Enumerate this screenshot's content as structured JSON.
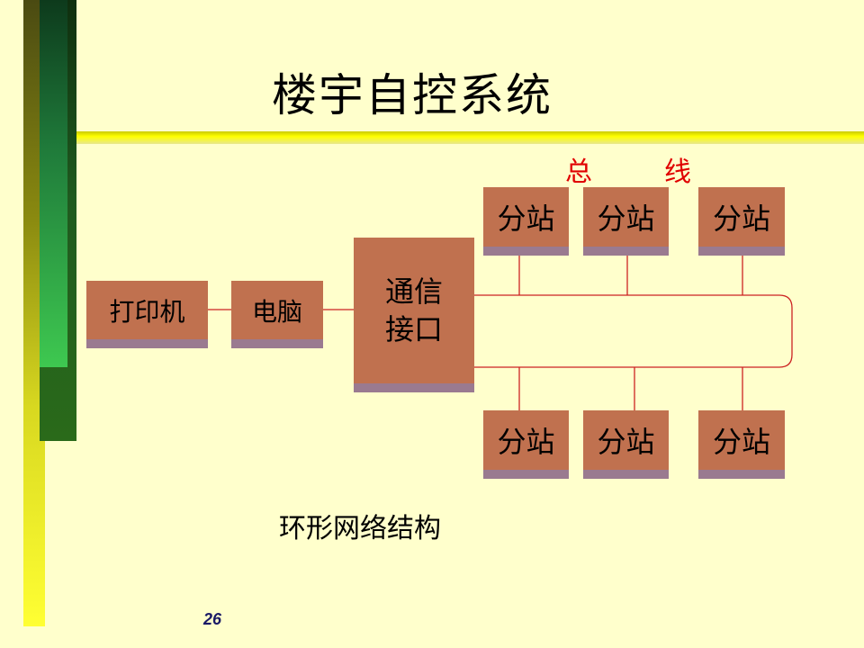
{
  "title": "楼宇自控系统",
  "bus_label": {
    "part1": "总",
    "part2": "线"
  },
  "nodes": {
    "printer": "打印机",
    "computer": "电脑",
    "comm_interface_line1": "通信",
    "comm_interface_line2": "接口",
    "stations_top": [
      "分站",
      "分站",
      "分站"
    ],
    "stations_bottom": [
      "分站",
      "分站",
      "分站"
    ]
  },
  "caption": "环形网络结构",
  "page_number": "26",
  "colors": {
    "background": "#ffffcc",
    "box": "#c0714f",
    "box_shadow": "#9a7a90",
    "wire": "#cc2222",
    "bus_label": "#e00000",
    "rule": "#ffff00"
  }
}
